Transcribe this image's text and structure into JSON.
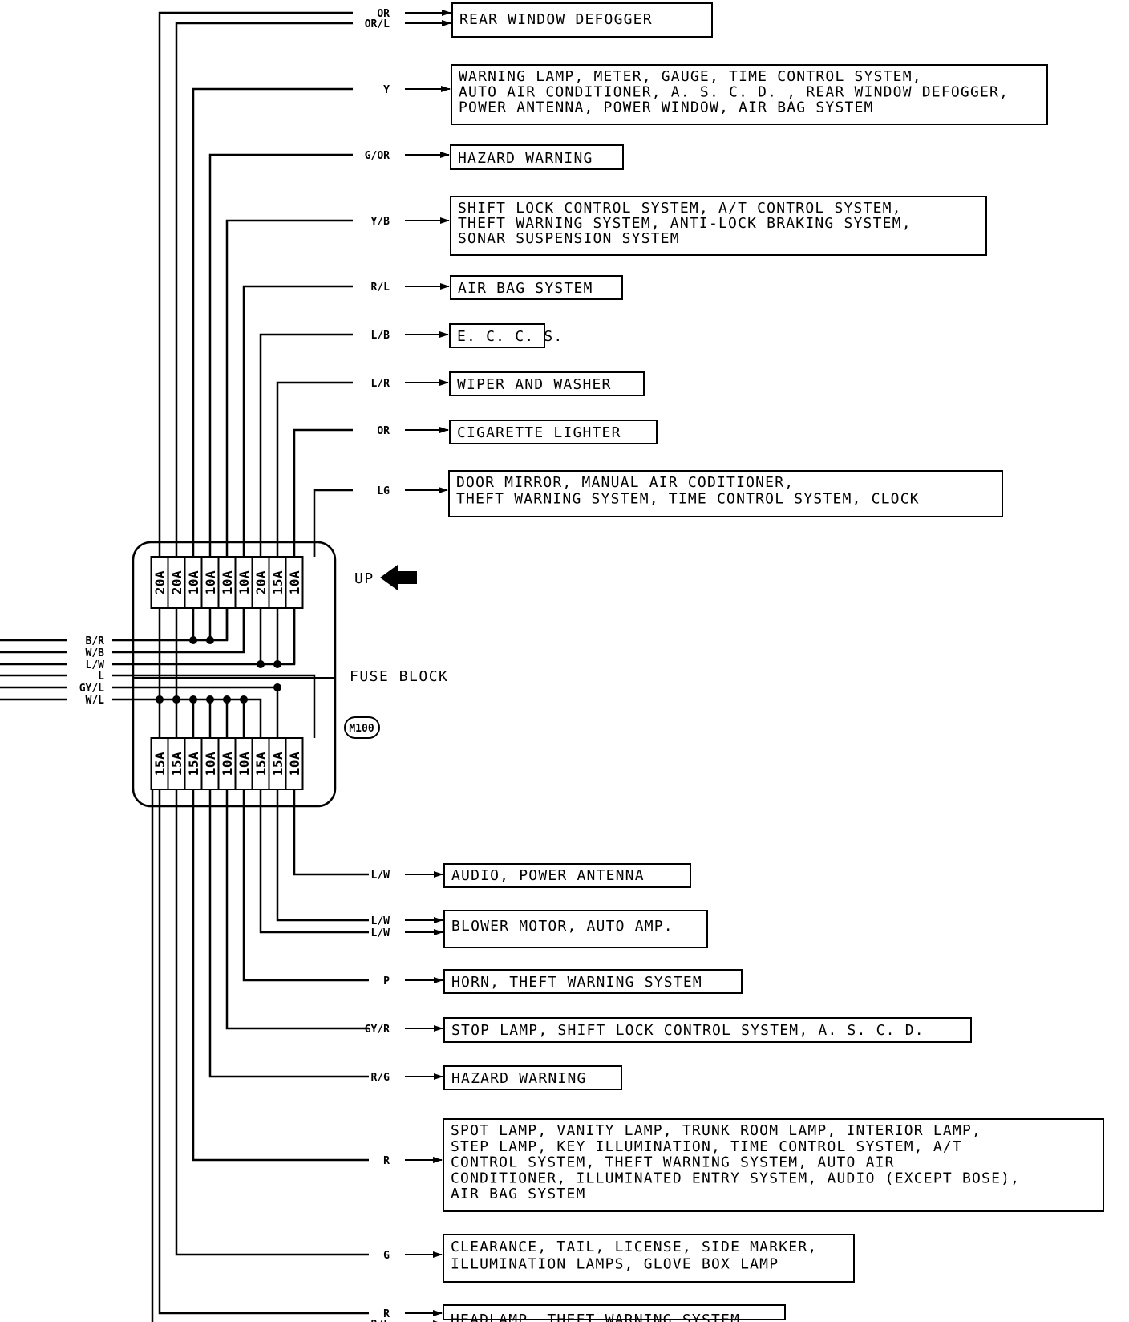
{
  "up_label": "UP",
  "fuse_block_label": "FUSE BLOCK",
  "connector_id": "M100",
  "top_fuses": [
    "20A",
    "20A",
    "10A",
    "10A",
    "10A",
    "10A",
    "20A",
    "15A",
    "10A"
  ],
  "bottom_fuses": [
    "15A",
    "15A",
    "15A",
    "10A",
    "10A",
    "10A",
    "15A",
    "15A",
    "10A"
  ],
  "left_inputs": [
    "B/R",
    "W/B",
    "L/W",
    "L",
    "GY/L",
    "W/L"
  ],
  "top_circuits": [
    {
      "wires": [
        "OR",
        "OR/L"
      ],
      "lines": [
        "REAR WINDOW DEFOGGER"
      ]
    },
    {
      "wires": [
        "Y"
      ],
      "lines": [
        "WARNING LAMP, METER, GAUGE, TIME CONTROL SYSTEM,",
        "AUTO AIR CONDITIONER, A. S. C. D. , REAR WINDOW DEFOGGER,",
        "POWER ANTENNA, POWER WINDOW, AIR BAG SYSTEM"
      ]
    },
    {
      "wires": [
        "G/OR"
      ],
      "lines": [
        "HAZARD WARNING"
      ]
    },
    {
      "wires": [
        "Y/B"
      ],
      "lines": [
        "SHIFT LOCK CONTROL SYSTEM, A/T CONTROL SYSTEM,",
        "THEFT WARNING SYSTEM, ANTI-LOCK BRAKING SYSTEM,",
        "SONAR SUSPENSION SYSTEM"
      ]
    },
    {
      "wires": [
        "R/L"
      ],
      "lines": [
        "AIR BAG SYSTEM"
      ]
    },
    {
      "wires": [
        "L/B"
      ],
      "lines": [
        "E. C. C. S."
      ]
    },
    {
      "wires": [
        "L/R"
      ],
      "lines": [
        "WIPER AND WASHER"
      ]
    },
    {
      "wires": [
        "OR"
      ],
      "lines": [
        "CIGARETTE LIGHTER"
      ]
    },
    {
      "wires": [
        "LG"
      ],
      "lines": [
        "DOOR MIRROR, MANUAL AIR CODITIONER,",
        "THEFT WARNING SYSTEM, TIME CONTROL SYSTEM,  CLOCK"
      ]
    }
  ],
  "bottom_circuits": [
    {
      "wires": [
        "L/W"
      ],
      "lines": [
        "AUDIO,  POWER ANTENNA"
      ]
    },
    {
      "wires": [
        "L/W",
        "L/W"
      ],
      "lines": [
        "BLOWER MOTOR, AUTO AMP."
      ]
    },
    {
      "wires": [
        "P"
      ],
      "lines": [
        "HORN, THEFT WARNING SYSTEM"
      ]
    },
    {
      "wires": [
        "GY/R"
      ],
      "lines": [
        "STOP LAMP, SHIFT LOCK CONTROL  SYSTEM,  A. S. C. D."
      ]
    },
    {
      "wires": [
        "R/G"
      ],
      "lines": [
        "HAZARD WARNING"
      ]
    },
    {
      "wires": [
        "R"
      ],
      "lines": [
        "SPOT LAMP, VANITY LAMP,  TRUNK ROOM LAMP,  INTERIOR LAMP,",
        "STEP LAMP,  KEY ILLUMINATION,  TIME CONTROL SYSTEM,  A/T",
        "CONTROL SYSTEM, THEFT WARNING SYSTEM, AUTO AIR",
        "CONDITIONER,  ILLUMINATED ENTRY SYSTEM,  AUDIO  (EXCEPT BOSE),",
        "AIR BAG SYSTEM"
      ]
    },
    {
      "wires": [
        "G"
      ],
      "lines": [
        "CLEARANCE, TAIL, LICENSE, SIDE MARKER,",
        "ILLUMINATION LAMPS, GLOVE BOX LAMP"
      ]
    },
    {
      "wires": [
        "R",
        "R/L"
      ],
      "lines": [
        "HEADLAMP, THEFT WARNING SYSTEM"
      ]
    }
  ]
}
